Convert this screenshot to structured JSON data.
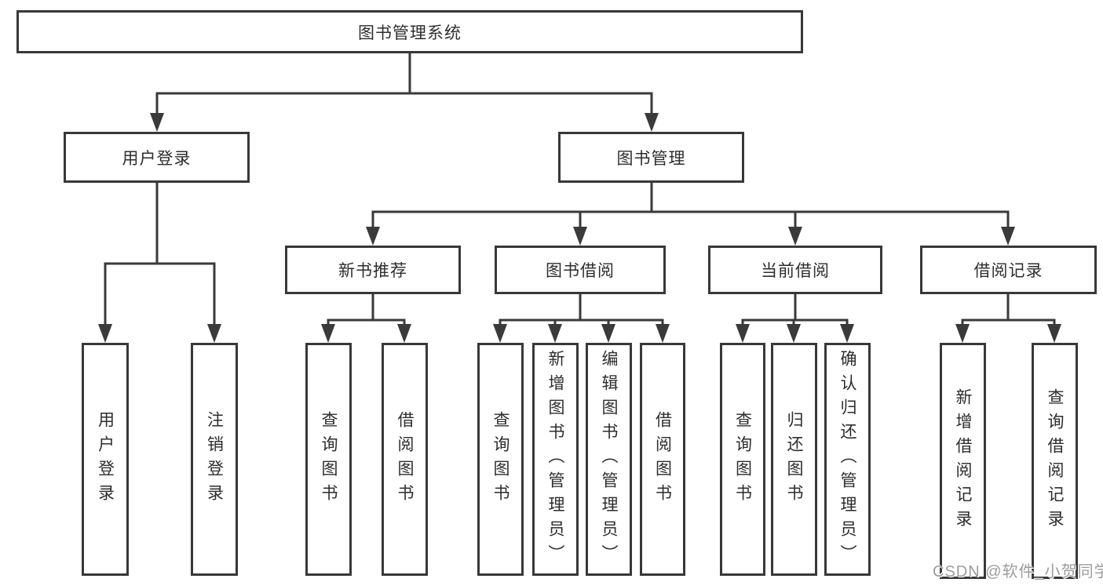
{
  "tree": {
    "root": {
      "label": "图书管理系统"
    },
    "children": [
      {
        "label": "用户登录",
        "children": [
          {
            "label": "用户登录"
          },
          {
            "label": "注销登录"
          }
        ]
      },
      {
        "label": "图书管理",
        "children": [
          {
            "label": "新书推荐",
            "children": [
              {
                "label": "查询图书"
              },
              {
                "label": "借阅图书"
              }
            ]
          },
          {
            "label": "图书借阅",
            "children": [
              {
                "label": "查询图书"
              },
              {
                "label": "新增图书（管理员）"
              },
              {
                "label": "编辑图书（管理员）"
              },
              {
                "label": "借阅图书"
              }
            ]
          },
          {
            "label": "当前借阅",
            "children": [
              {
                "label": "查询图书"
              },
              {
                "label": "归还图书"
              },
              {
                "label": "确认归还（管理员）"
              }
            ]
          },
          {
            "label": "借阅记录",
            "children": [
              {
                "label": "新增借阅记录"
              },
              {
                "label": "查询借阅记录"
              }
            ]
          }
        ]
      }
    ]
  },
  "watermark": {
    "text": "CSDN @软件_小贺同学"
  },
  "colors": {
    "line": "#3a3a3a",
    "box_border": "#383838",
    "text": "#2d2d2d",
    "watermark": "#9c9ca0",
    "background": "#ffffff"
  }
}
